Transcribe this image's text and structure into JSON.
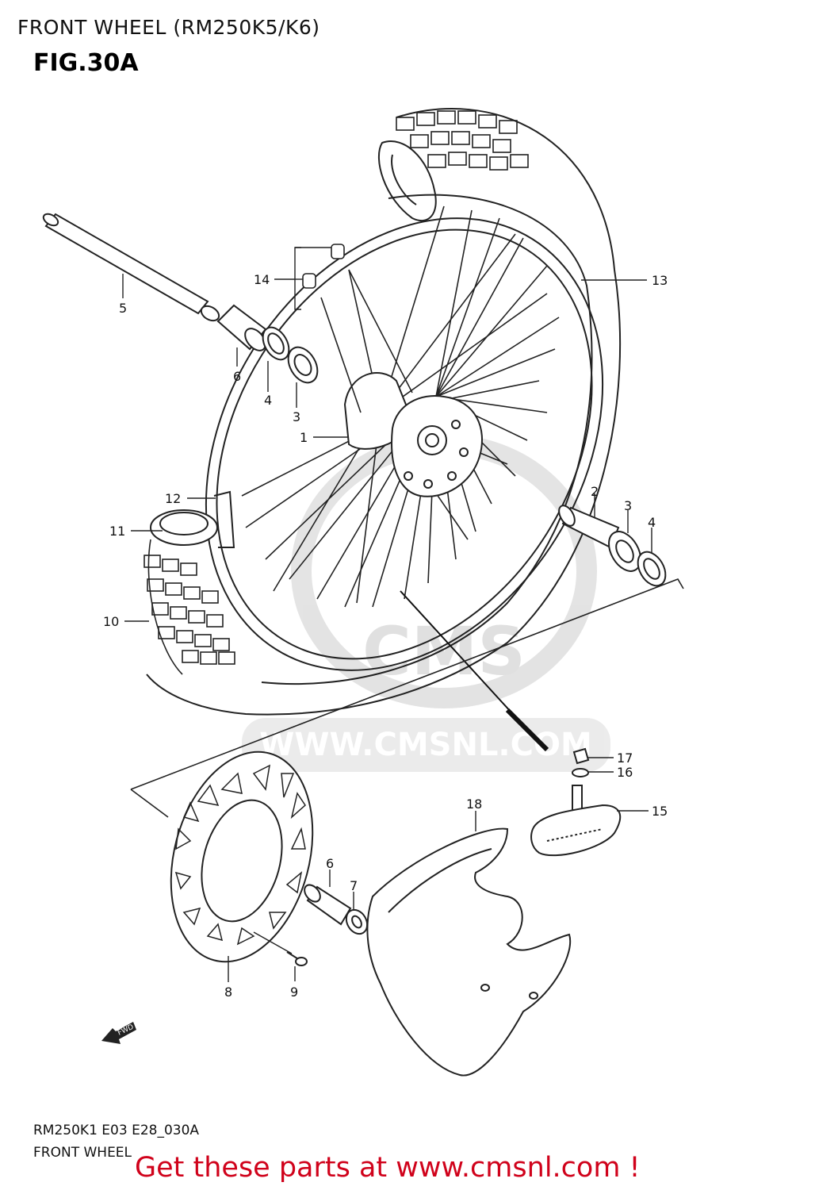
{
  "header": {
    "title": "FRONT WHEEL (RM250K5/K6)",
    "figure": "FIG.30A"
  },
  "watermark": {
    "logo": "CMS",
    "url": "WWW.CMSNL.COM"
  },
  "fwd_label": "FWD",
  "callouts": [
    {
      "id": "c14",
      "label": "14"
    },
    {
      "id": "c13",
      "label": "13"
    },
    {
      "id": "c5",
      "label": "5"
    },
    {
      "id": "c6a",
      "label": "6"
    },
    {
      "id": "c4a",
      "label": "4"
    },
    {
      "id": "c3a",
      "label": "3"
    },
    {
      "id": "c1",
      "label": "1"
    },
    {
      "id": "c12",
      "label": "12"
    },
    {
      "id": "c11",
      "label": "11"
    },
    {
      "id": "c2",
      "label": "2"
    },
    {
      "id": "c3b",
      "label": "3"
    },
    {
      "id": "c4b",
      "label": "4"
    },
    {
      "id": "c10",
      "label": "10"
    },
    {
      "id": "c17",
      "label": "17"
    },
    {
      "id": "c16",
      "label": "16"
    },
    {
      "id": "c18",
      "label": "18"
    },
    {
      "id": "c15",
      "label": "15"
    },
    {
      "id": "c6b",
      "label": "6"
    },
    {
      "id": "c7",
      "label": "7"
    },
    {
      "id": "c8",
      "label": "8"
    },
    {
      "id": "c9",
      "label": "9"
    }
  ],
  "footer": {
    "code": "RM250K1 E03 E28_030A",
    "section": "FRONT WHEEL"
  },
  "promo": {
    "text": "Get these parts at www.cmsnl.com !",
    "color": "#d0021b"
  }
}
